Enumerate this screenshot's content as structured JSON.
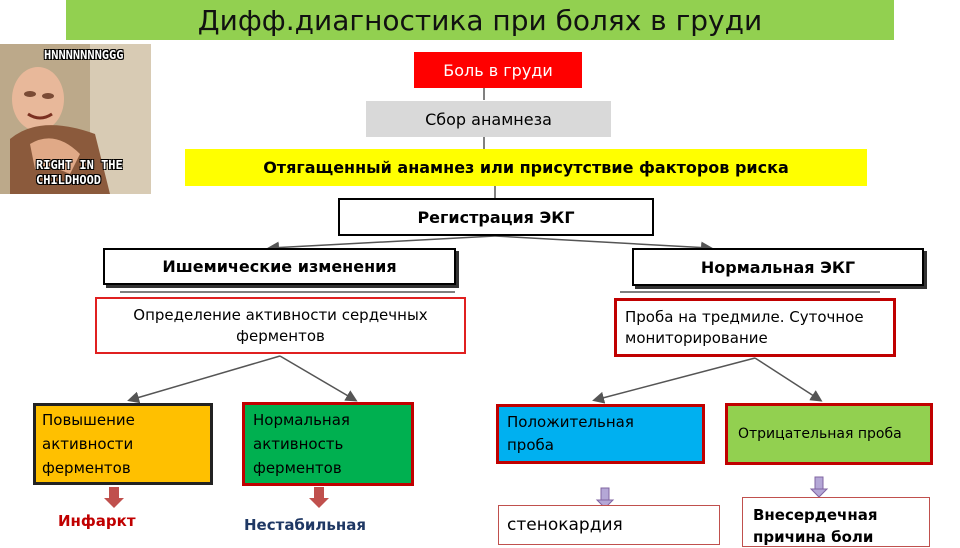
{
  "title": "Дифф.диагностика при болях в груди",
  "meme": {
    "top_text": "HNNNNNNNGGG",
    "bottom_text_1": "RIGHT IN THE",
    "bottom_text_2": "CHILDHOOD"
  },
  "nodes": {
    "chest_pain": "Боль в груди",
    "anamnesis": "Сбор анамнеза",
    "risk_factors": "Отягащенный анамнез или присутствие факторов риска",
    "ecg": "Регистрация ЭКГ",
    "ischemic": "Ишемические изменения",
    "normal_ecg": "Нормальная ЭКГ",
    "enzymes_line1": "Определение активности сердечных",
    "enzymes_line2": "ферментов",
    "treadmill_line1": "Проба на тредмиле. Суточное",
    "treadmill_line2": "мониторирование",
    "enzyme_increase_line1": "Повышение",
    "enzyme_increase_line2": "активности",
    "enzyme_increase_line3": "ферментов",
    "enzyme_normal_line1": "Нормальная",
    "enzyme_normal_line2": "активность",
    "enzyme_normal_line3": "ферментов",
    "positive_line1": "Положительная",
    "positive_line2": "проба",
    "negative": "Отрицательная проба",
    "infarct": "Инфаркт",
    "unstable": "Нестабильная",
    "angina": "стенокардия",
    "extracardiac_line1": "Внесердечная",
    "extracardiac_line2": "причина боли"
  },
  "colors": {
    "title_bg": "#92d050",
    "red_fill": "#ff0000",
    "gray_fill": "#d9d9d9",
    "yellow_fill": "#ffff00",
    "orange_fill": "#ffc000",
    "green_fill": "#00b050",
    "blue_fill": "#00b0f0",
    "light_green_fill": "#92d050",
    "red_border": "#c00000",
    "arrow_red": "#c0504d",
    "arrow_purple": "#8064a2"
  }
}
